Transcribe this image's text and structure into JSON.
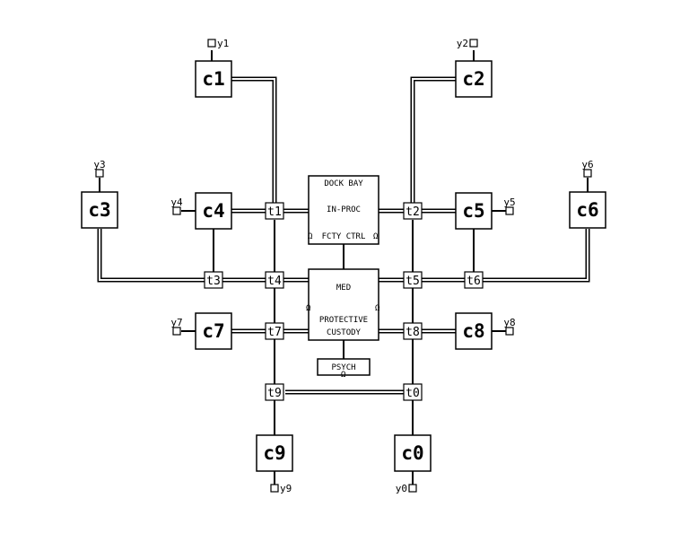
{
  "cells": [
    "c1",
    "c2",
    "c3",
    "c4",
    "c5",
    "c6",
    "c7",
    "c8",
    "c9",
    "c0"
  ],
  "junctions": [
    "t1",
    "t2",
    "t3",
    "t4",
    "t5",
    "t6",
    "t7",
    "t8",
    "t9",
    "t0"
  ],
  "yards": [
    "y1",
    "y2",
    "y3",
    "y4",
    "y5",
    "y6",
    "y7",
    "y8",
    "y9",
    "y0"
  ],
  "rooms": {
    "dock_bay": "DOCK BAY",
    "in_proc": "IN-PROC",
    "fcty_ctrl": "FCTY CTRL",
    "med": "MED",
    "protective": "PROTECTIVE",
    "custody": "CUSTODY",
    "psych": "PSYCH"
  },
  "door_symbol": "Ω"
}
